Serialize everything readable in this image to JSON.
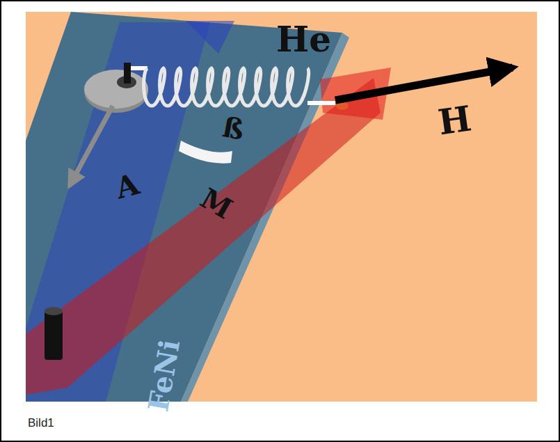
{
  "diagram": {
    "caption": "Bild1",
    "labels": [
      "He",
      "H",
      "ß",
      "A",
      "M",
      "FeNi"
    ]
  }
}
